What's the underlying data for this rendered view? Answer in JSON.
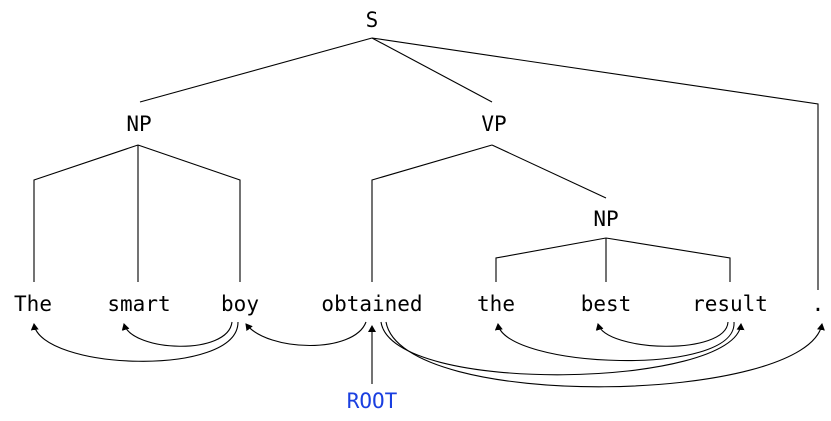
{
  "tree": {
    "nodes": [
      {
        "id": "s",
        "label": "S"
      },
      {
        "id": "np1",
        "label": "NP"
      },
      {
        "id": "vp",
        "label": "VP"
      },
      {
        "id": "np2",
        "label": "NP"
      }
    ]
  },
  "sentence": {
    "words": [
      "The",
      "smart",
      "boy",
      "obtained",
      "the",
      "best",
      "result",
      "."
    ]
  },
  "dependencies": [
    {
      "head": "boy",
      "dependent": "The"
    },
    {
      "head": "boy",
      "dependent": "smart"
    },
    {
      "head": "obtained",
      "dependent": "boy"
    },
    {
      "head": "result",
      "dependent": "the"
    },
    {
      "head": "result",
      "dependent": "best"
    },
    {
      "head": "obtained",
      "dependent": "result"
    },
    {
      "head": "obtained",
      "dependent": "."
    }
  ],
  "root": {
    "label": "ROOT",
    "attached_to": "obtained",
    "color": "#1a3fe0"
  }
}
